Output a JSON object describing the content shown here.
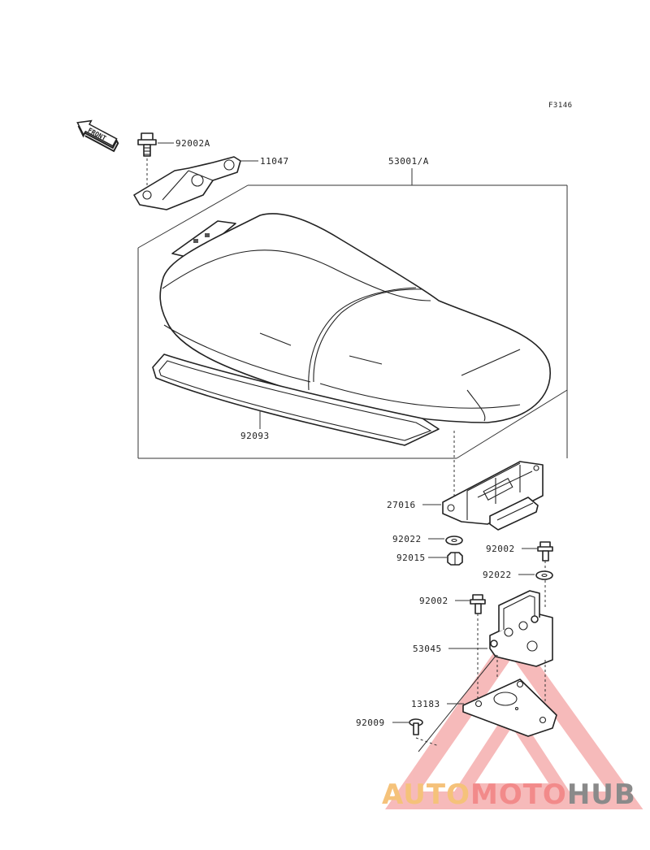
{
  "figure_code": "F3146",
  "front_label": "FRONT",
  "parts": [
    {
      "id": "p_92002A",
      "number": "92002A"
    },
    {
      "id": "p_11047",
      "number": "11047"
    },
    {
      "id": "p_53001A",
      "number": "53001/A"
    },
    {
      "id": "p_92093",
      "number": "92093"
    },
    {
      "id": "p_27016",
      "number": "27016"
    },
    {
      "id": "p_92022a",
      "number": "92022"
    },
    {
      "id": "p_92015",
      "number": "92015"
    },
    {
      "id": "p_92002a",
      "number": "92002"
    },
    {
      "id": "p_92022b",
      "number": "92022"
    },
    {
      "id": "p_92002b",
      "number": "92002"
    },
    {
      "id": "p_53045",
      "number": "53045"
    },
    {
      "id": "p_13183",
      "number": "13183"
    },
    {
      "id": "p_92009",
      "number": "92009"
    }
  ],
  "watermark": {
    "part1": "AUTO",
    "part2": "MOTO",
    "part3": "HUB",
    "colors": {
      "auto": "#f5c27a",
      "moto": "#f28a8a",
      "hub": "#8a8a8a",
      "triangle": "#f7a0a0"
    }
  }
}
